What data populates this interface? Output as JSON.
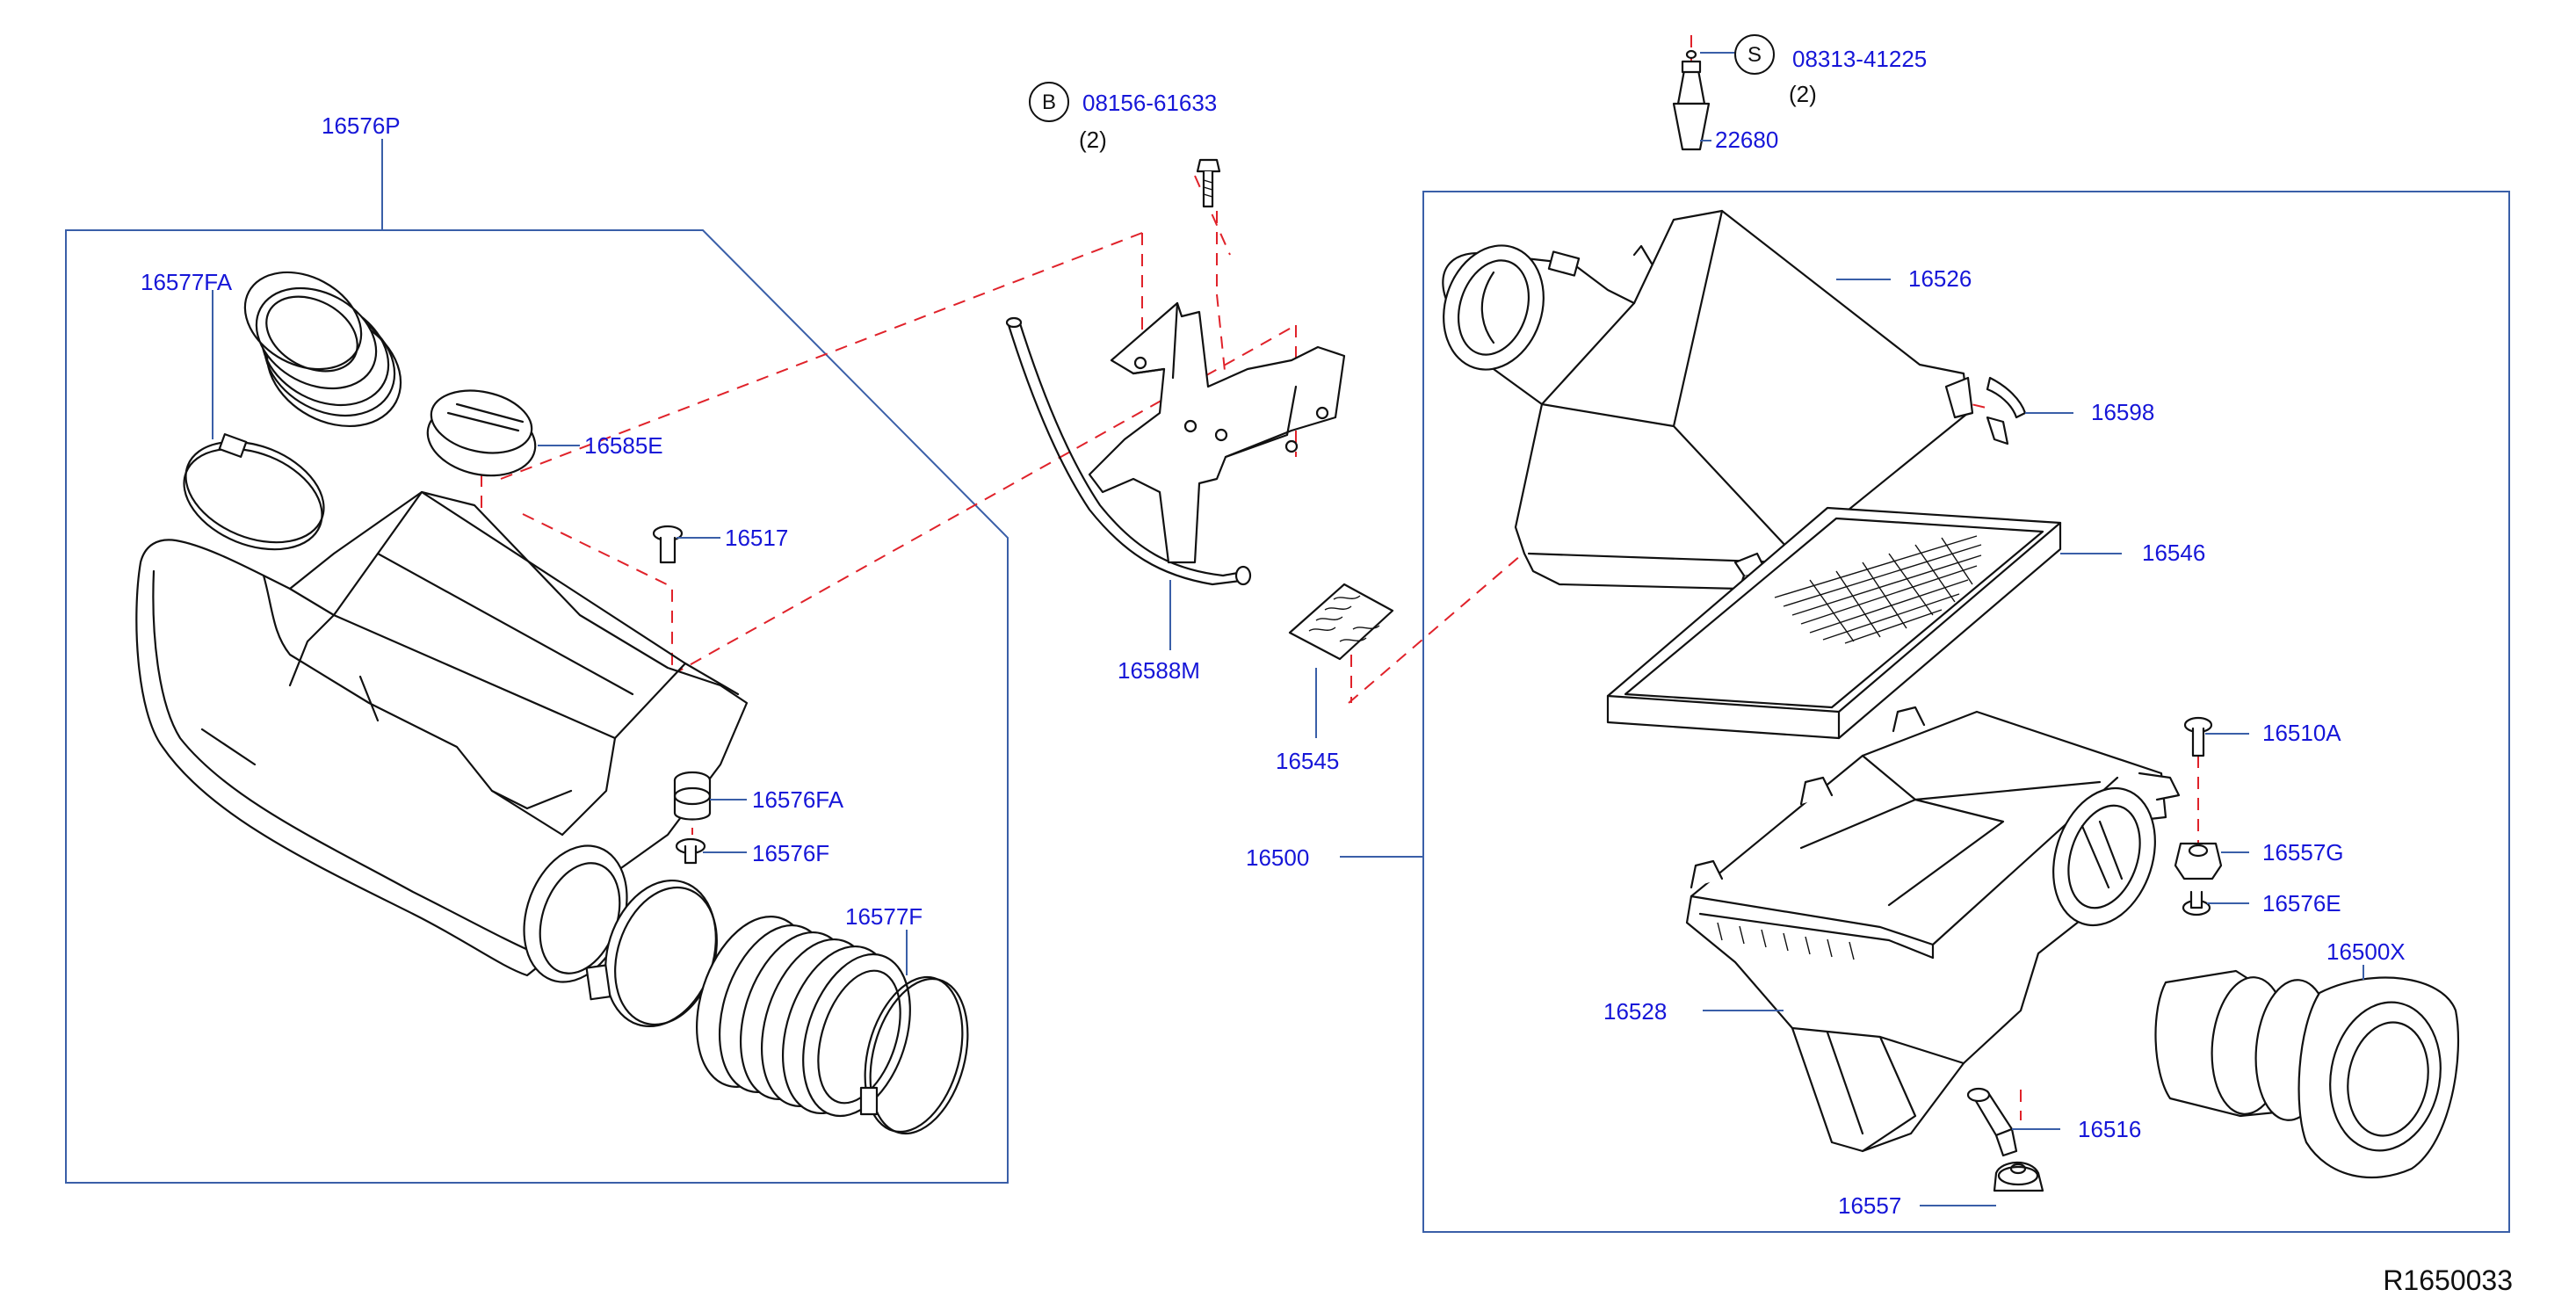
{
  "diagram_code": "R1650033",
  "markers": {
    "B": {
      "letter": "B",
      "part": "08156-61633",
      "qty": "(2)"
    },
    "S": {
      "letter": "S",
      "part": "08313-41225",
      "qty": "(2)"
    }
  },
  "labels": {
    "p16576P": "16576P",
    "p16577FA": "16577FA",
    "p16585E": "16585E",
    "p16517": "16517",
    "p16576FA": "16576FA",
    "p16576F": "16576F",
    "p16577F": "16577F",
    "p16588M": "16588M",
    "p16545": "16545",
    "p22680": "22680",
    "p16526": "16526",
    "p16598": "16598",
    "p16546": "16546",
    "p16510A": "16510A",
    "p16557G": "16557G",
    "p16576E": "16576E",
    "p16500": "16500",
    "p16500X": "16500X",
    "p16528": "16528",
    "p16516": "16516",
    "p16557": "16557"
  },
  "colors": {
    "label": "#1616d8",
    "frame": "#3a5fa8",
    "dashed_lines": "#e0222a",
    "linework": "#111111"
  }
}
